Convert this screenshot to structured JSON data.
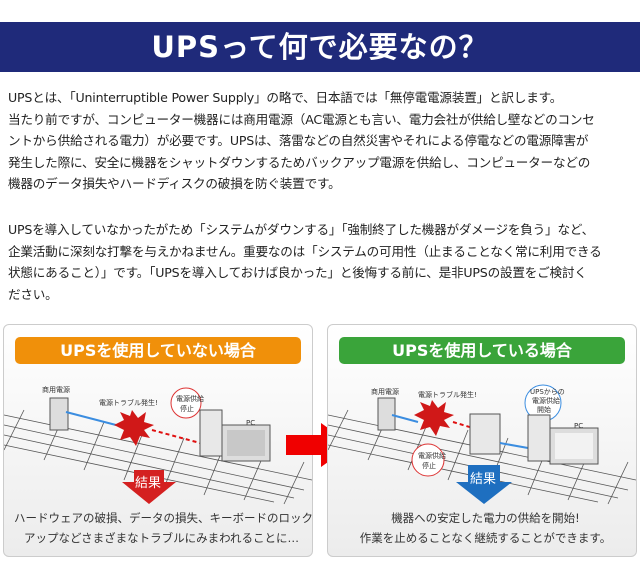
{
  "title": "UPSって何で必要なの？",
  "paragraph1": [
    "UPSとは、「Uninterruptible Power Supply」の略で、日本語では「無停電電源装置」と訳します。",
    "当たり前ですが、コンピューター機器には商用電源（AC電源とも言い、電力会社が供給し壁などのコンセ",
    "ントから供給される電力）が必要です。UPSは、落雷などの自然災害やそれによる停電などの電源障害が",
    "発生した際に、安全に機器をシャットダウンするためバックアップ電源を供給し、コンピューターなどの",
    "機器のデータ損失やハードディスクの破損を防ぐ装置です。"
  ],
  "paragraph2": [
    "UPSを導入していなかったがため「システムがダウンする」「強制終了した機器がダメージを負う」など、",
    "企業活動に深刻な打撃を与えかねません。重要なのは「システムの可用性（止まることなく常に利用できる",
    "状態にあること）」です。「UPSを導入しておけば良かった」と後悔する前に、是非UPSの設置をご検討く",
    "ださい。"
  ],
  "panel_without": {
    "title": "UPSを使用していない場合",
    "color": "#f0900a",
    "labels": {
      "outlet": "商用電源",
      "trouble": "電源トラブル発生!",
      "stop1": "電源供給",
      "stop2": "停止",
      "pc": "PC"
    },
    "result_label": "結果",
    "result": [
      "ハードウェアの破損、データの損失、キーボードのロック",
      "アップなどさまざまなトラブルにみまわれることに…"
    ]
  },
  "panel_with": {
    "title": "UPSを使用している場合",
    "color": "#3aa43a",
    "labels": {
      "outlet": "商用電源",
      "trouble": "電源トラブル発生!",
      "stop1": "電源供給",
      "stop2": "停止",
      "ups1": "UPSからの",
      "ups2": "電源供給",
      "ups3": "開始",
      "pc": "PC"
    },
    "result_label": "結果",
    "result": [
      "機器への安定した電力の供給を開始!",
      "作業を止めることなく継続することができます。"
    ]
  }
}
